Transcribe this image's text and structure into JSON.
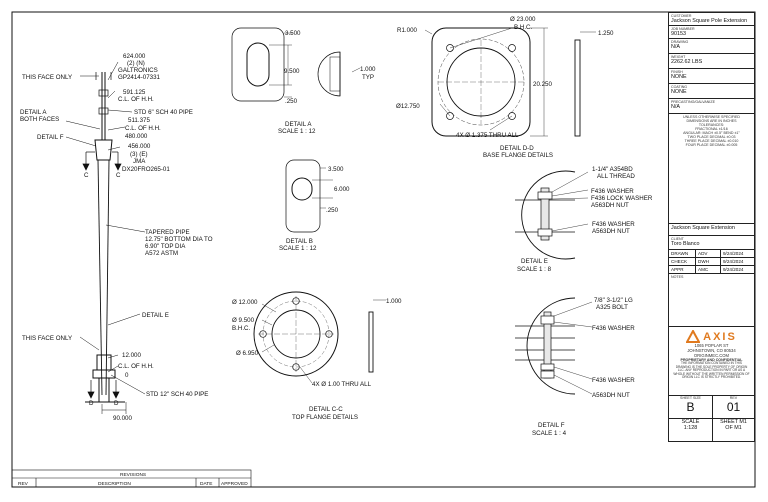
{
  "details": {
    "a": {
      "title": "DETAIL A",
      "scale": "SCALE 1 : 12",
      "dim_width": "3.500",
      "dim_height": "9.500",
      "dim_bottom": ".250",
      "dim_side": "1.000",
      "dim_side_typ": "TYP"
    },
    "b": {
      "title": "DETAIL B",
      "scale": "SCALE 1 : 12",
      "dim_width": "3.500",
      "dim_height": "6.000",
      "dim_bottom": ".250"
    },
    "dd": {
      "title": "DETAIL D-D",
      "subtitle": "BASE FLANGE DETAILS",
      "radius": "R1.000",
      "bc_dia": "Ø 23.000",
      "bc_label": "B.H.C.",
      "height": "20.250",
      "inner_dia": "Ø12.750",
      "holes": "4X  Ø  1.375 THRU ALL",
      "thickness": "1.250"
    },
    "e": {
      "title": "DETAIL E",
      "scale": "SCALE 1 : 8",
      "bolt": "1-1/4\" A354BD",
      "bolt2": "ALL THREAD",
      "washer": "F436 WASHER",
      "lock": "F436 LOCK WASHER",
      "nut": "A563DH NUT",
      "washer2": "F436 WASHER",
      "nut2": "A563DH NUT"
    },
    "cc": {
      "title": "DETAIL C-C",
      "subtitle": "TOP FLANGE DETAILS",
      "od": "Ø 12.000",
      "bc": "Ø 9.500",
      "bc_label": "B.H.C.",
      "id": "Ø 6.950",
      "holes": "4X  Ø  1.00 THRU ALL",
      "thickness": "1.000"
    },
    "f": {
      "title": "DETAIL F",
      "scale": "SCALE 1 : 4",
      "bolt": "7/8\" 3-1/2\" LG",
      "bolt2": "A325 BOLT",
      "washer": "F436 WASHER",
      "washer2": "F436 WASHER",
      "nut": "A563DH NUT"
    }
  },
  "pole": {
    "top_elev": "624.000",
    "qty_n": "(2) (N)",
    "galtronics": "GALTRONICS",
    "part_top": "GP2414-07331",
    "elev_591": "591.125",
    "cl_hh": "C.L. OF H.H.",
    "this_face": "THIS FACE ONLY",
    "std_pipe": "STD 6\" SCH 40 PIPE",
    "elev_511": "511.375",
    "detail_a": "DETAIL A",
    "both_faces": "BOTH FACES",
    "detail_f": "DETAIL F",
    "elev_480": "480.000",
    "elev_456": "456.000",
    "qty_e": "(3) (E)",
    "jma": "JMA",
    "part_mid": "DX20FRO265-01",
    "sec_c": "C",
    "tapered_1": "TAPERED PIPE",
    "tapered_2": "12.75\" BOTTOM DIA TO",
    "tapered_3": "6.90\" TOP DIA",
    "tapered_4": "A572 ASTM",
    "detail_e": "DETAIL E",
    "this_face_2": "THIS FACE ONLY",
    "elev_12": "12.000",
    "elev_0": "0",
    "std_12": "STD 12\" SCH 40 PIPE",
    "sec_d": "D",
    "elev_90": "90.000"
  },
  "revisions": {
    "title": "REVISIONS",
    "rev": "REV",
    "desc": "DESCRIPTION",
    "date": "DATE",
    "approved": "APPROVED"
  },
  "titleblock": {
    "customer_lbl": "CUSTOMER",
    "customer": "Jackson Square Pole Extension",
    "job_lbl": "JOB NUMBER",
    "job": "90153",
    "drawing_lbl": "DRAWING",
    "drawing": "N/A",
    "weight_lbl": "WEIGHT",
    "weight": "2262.62 LBS",
    "finish_lbl": "FINISH",
    "finish": "NONE",
    "coating_lbl": "COATING",
    "coating": "NONE",
    "notes_lbl": "PRECASTING/GALVANIZE",
    "notes": "N/A",
    "tol_1": "UNLESS OTHERWISE SPECIFIED",
    "tol_2": "DIMENSIONS ARE IN INCHES",
    "tol_3": "TOLERANCES:",
    "tol_4": "FRACTIONAL ±1/16",
    "tol_5": "ANGULAR: MACH ±0.5° BEND ±1°",
    "tol_6": "TWO PLACE DECIMAL ±0.03",
    "tol_7": "THREE PLACE DECIMAL ±0.010",
    "tol_8": "FOUR PLACE DECIMAL ±0.005",
    "title2": "Jackson Square Extension",
    "client_lbl": "CLIENT",
    "client": "Toro Blanco",
    "rows": [
      {
        "role": "DRAWN",
        "who": "ADV",
        "date": "9/24/2024"
      },
      {
        "role": "CHECK",
        "who": "DWH",
        "date": "9/24/2024"
      },
      {
        "role": "APPR",
        "who": "AMC",
        "date": "9/24/2024"
      }
    ],
    "notes2_lbl": "NOTES",
    "company": "AXIS",
    "addr1": "1065 POPLAR ST",
    "addr2": "JOHNSTOWN, CO 80534",
    "site": "ORIGINMEC.COM",
    "prop_1": "PROPRIETARY AND CONFIDENTIAL",
    "prop_2": "THE INFORMATION CONTAINED IN THIS",
    "prop_3": "DRAWING IS THE SOLE PROPERTY OF ORIGIN",
    "prop_4": "LLC. ANY REPRODUCTION IN PART OR AS A",
    "prop_5": "WHOLE WITHOUT THE WRITTEN PERMISSION OF",
    "prop_6": "ORIGIN LLC IS STRICTLY PROHIBITED.",
    "size_lbl": "SHEET SIZE",
    "size": "B",
    "rev_lbl": "REV",
    "rev": "01",
    "scale_lbl": "SCALE",
    "scale": "1:128",
    "sheet_lbl": "SHEET M1",
    "sheet": "OF M1"
  }
}
